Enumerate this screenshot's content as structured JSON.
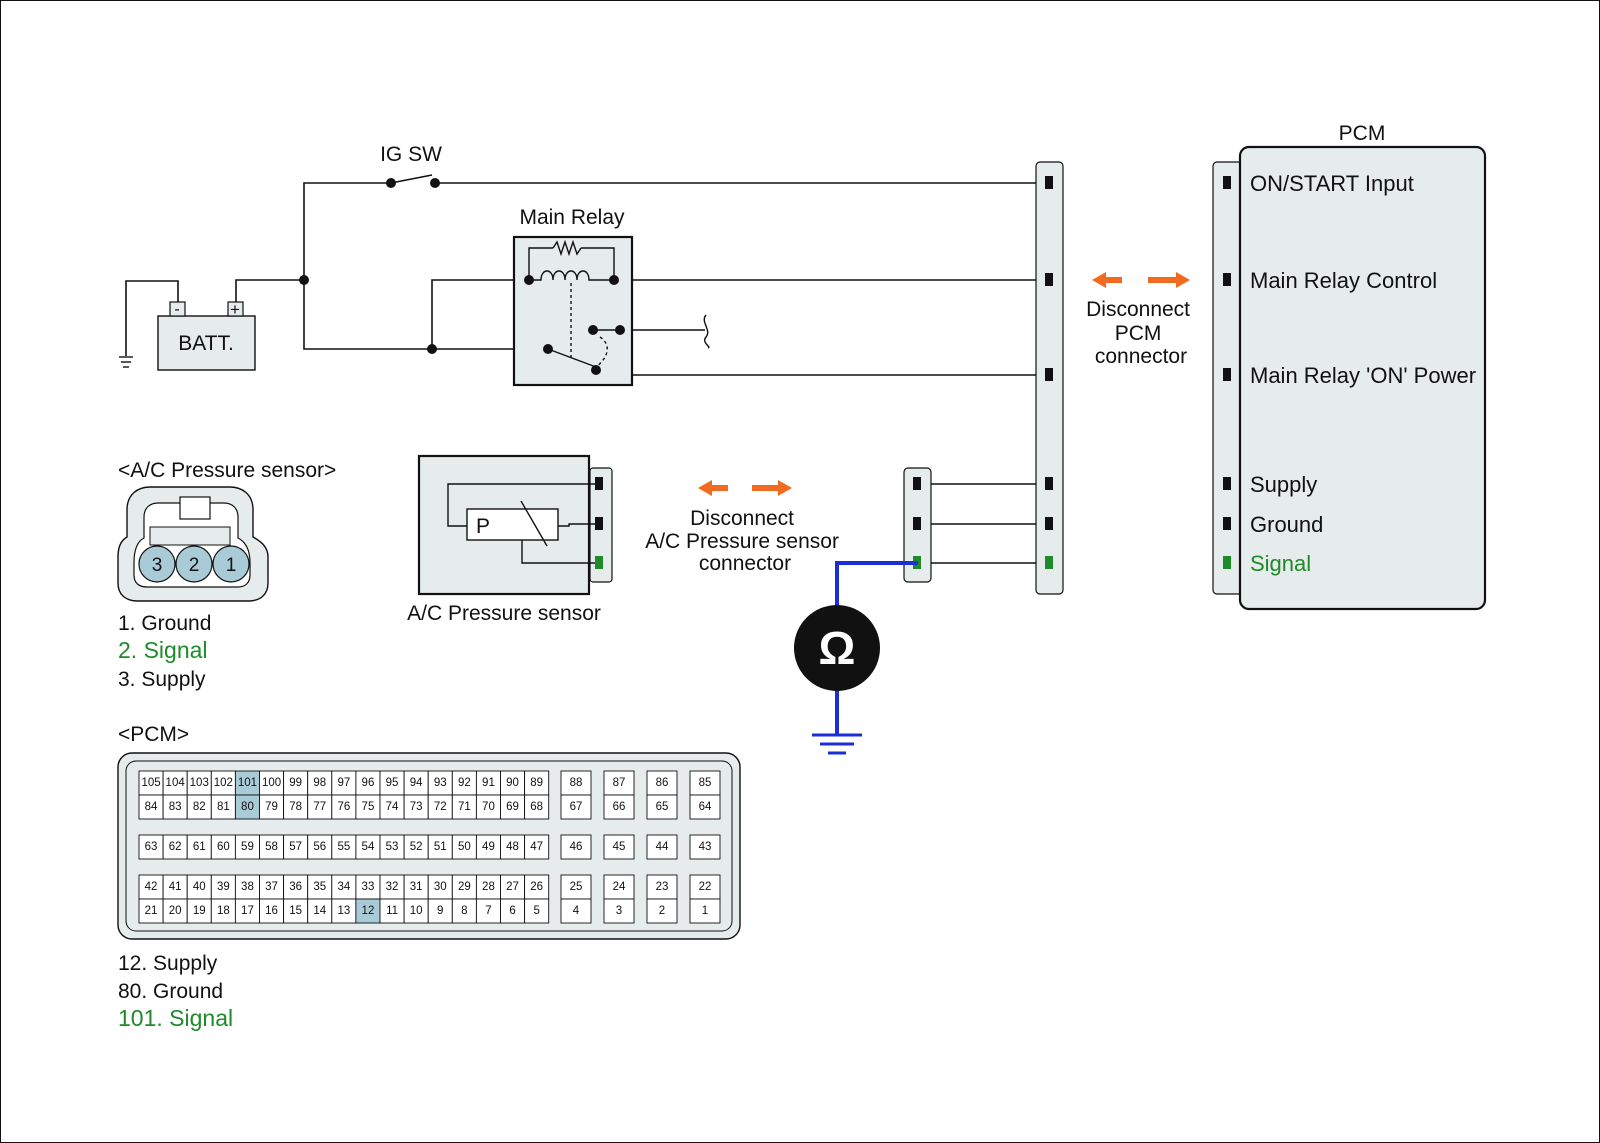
{
  "colors": {
    "wire": "#111111",
    "signal_green": "#1e8a2a",
    "meter_blue": "#1a2fd8",
    "arrow_orange": "#f06a1f",
    "panel_fill": "#e6ebeb",
    "pin_highlight": "#a9cbd8"
  },
  "labels": {
    "ig_sw": "IG SW",
    "main_relay": "Main Relay",
    "batt": "BATT.",
    "batt_minus": "-",
    "batt_plus": "+",
    "pcm_title": "PCM",
    "disconnect_pcm": [
      "Disconnect",
      "PCM",
      "connector"
    ],
    "disconnect_sensor": [
      "Disconnect",
      "A/C Pressure sensor",
      "connector"
    ],
    "sensor_symbol": "P",
    "sensor_caption": "A/C Pressure sensor",
    "ohm_symbol": "Ω"
  },
  "pcm_pins": [
    {
      "label": "ON/START Input",
      "signal": false
    },
    {
      "label": "Main Relay Control",
      "signal": false
    },
    {
      "label": "Main Relay 'ON' Power",
      "signal": false
    },
    {
      "label": "Supply",
      "signal": false
    },
    {
      "label": "Ground",
      "signal": false
    },
    {
      "label": "Signal",
      "signal": true
    }
  ],
  "sensor_connector": {
    "title": "<A/C Pressure sensor>",
    "terminals": [
      "3",
      "2",
      "1"
    ],
    "legend": [
      {
        "text": "1. Ground",
        "signal": false
      },
      {
        "text": "2. Signal",
        "signal": true
      },
      {
        "text": "3. Supply",
        "signal": false
      }
    ]
  },
  "pcm_connector": {
    "title": "<PCM>",
    "highlighted": [
      "101",
      "80",
      "12"
    ],
    "rows": [
      {
        "main": [
          "105",
          "104",
          "103",
          "102",
          "101",
          "100",
          "99",
          "98",
          "97",
          "96",
          "95",
          "94",
          "93",
          "92",
          "91",
          "90",
          "89"
        ],
        "side": [
          "88",
          "87",
          "86",
          "85"
        ]
      },
      {
        "main": [
          "84",
          "83",
          "82",
          "81",
          "80",
          "79",
          "78",
          "77",
          "76",
          "75",
          "74",
          "73",
          "72",
          "71",
          "70",
          "69",
          "68"
        ],
        "side": [
          "67",
          "66",
          "65",
          "64"
        ]
      },
      {
        "main": [
          "63",
          "62",
          "61",
          "60",
          "59",
          "58",
          "57",
          "56",
          "55",
          "54",
          "53",
          "52",
          "51",
          "50",
          "49",
          "48",
          "47"
        ],
        "side": [
          "46",
          "45",
          "44",
          "43"
        ]
      },
      {
        "main": [
          "42",
          "41",
          "40",
          "39",
          "38",
          "37",
          "36",
          "35",
          "34",
          "33",
          "32",
          "31",
          "30",
          "29",
          "28",
          "27",
          "26"
        ],
        "side": [
          "25",
          "24",
          "23",
          "22"
        ]
      },
      {
        "main": [
          "21",
          "20",
          "19",
          "18",
          "17",
          "16",
          "15",
          "14",
          "13",
          "12",
          "11",
          "10",
          "9",
          "8",
          "7",
          "6",
          "5"
        ],
        "side": [
          "4",
          "3",
          "2",
          "1"
        ]
      }
    ],
    "legend": [
      {
        "text": "12. Supply",
        "signal": false
      },
      {
        "text": "80. Ground",
        "signal": false
      },
      {
        "text": "101. Signal",
        "signal": true
      }
    ]
  }
}
